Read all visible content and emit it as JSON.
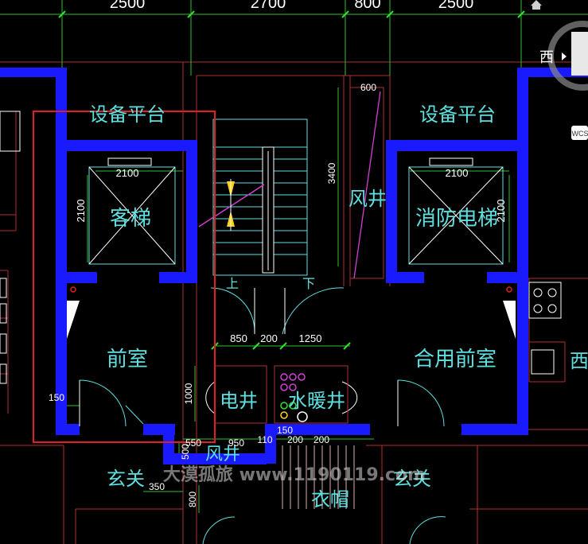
{
  "colors": {
    "background": "#000000",
    "wall_blue": "#1a1aff",
    "red_line": "#e02020",
    "dim_green": "#30c030",
    "label_cyan": "#5ee0e0",
    "white": "#ffffff",
    "magenta": "#d040d0",
    "yellow": "#ffd21a"
  },
  "top_dimensions": [
    "2500",
    "2700",
    "800",
    "2500"
  ],
  "room_labels": {
    "equipment_platform_left": "设备平台",
    "equipment_platform_right": "设备平台",
    "passenger_elevator": "客梯",
    "fire_elevator": "消防电梯",
    "air_shaft_upper": "风井",
    "front_room": "前室",
    "shared_front_room": "合用前室",
    "electric_shaft": "电井",
    "plumbing_shaft": "水暖井",
    "air_shaft_lower": "风井",
    "entrance_left": "玄关",
    "entrance_right": "玄关",
    "coat_closet": "衣帽",
    "west_right_edge": "西",
    "stair_up": "上",
    "stair_down": "下"
  },
  "dimensions": {
    "left_elevator_width": "2100",
    "left_elevator_depth": "2100",
    "right_elevator_width": "2100",
    "right_elevator_depth": "2100",
    "shaft_width": "600",
    "stair_length": "3400",
    "door_850": "850",
    "door_200": "200",
    "door_1250": "1250",
    "wall_150_left": "150",
    "shaft_1000": "1000",
    "d_550": "550",
    "d_500": "500",
    "d_950": "950",
    "d_110": "110",
    "d_150_bottom": "150",
    "d_200_a": "200",
    "d_200_b": "200",
    "d_350": "350",
    "d_800": "800"
  },
  "watermark": "大漠孤旅 www.1190119.com",
  "viewcube": {
    "direction_label": "西",
    "side_tag": "WCS"
  }
}
